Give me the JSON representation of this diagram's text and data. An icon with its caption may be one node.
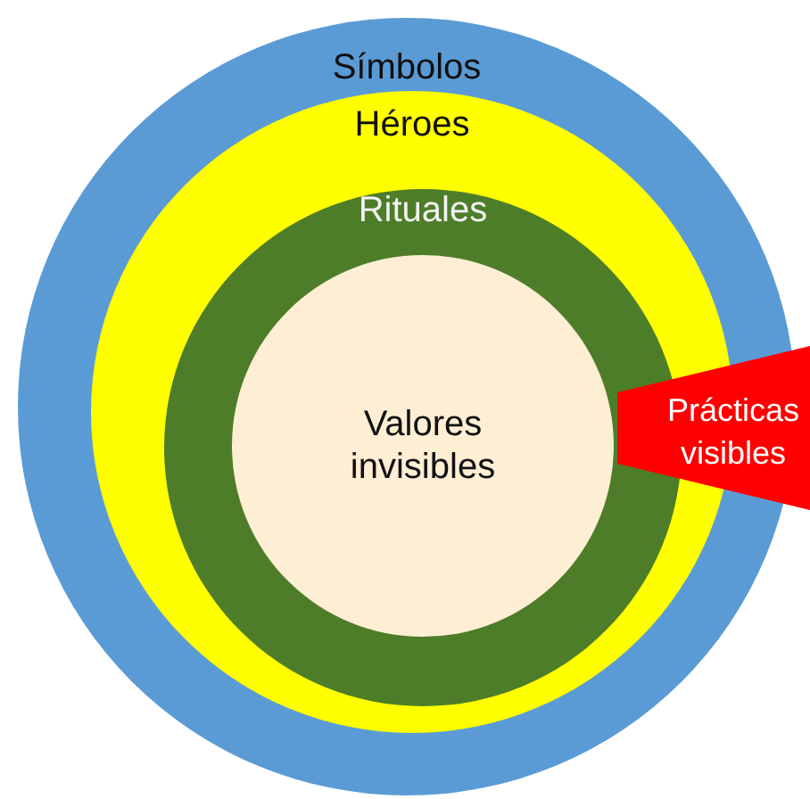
{
  "diagram": {
    "nodes": [
      {
        "text": [
          "Símbolos"
        ]
      },
      {
        "text": [
          "Héroes"
        ],
        "in": 0
      },
      {
        "text": [
          "Rituales"
        ],
        "in": 1
      },
      {
        "text": [
          "Valores invisibles"
        ],
        "in": 2
      },
      {
        "text": [
          "Prácticas visibles"
        ]
      }
    ],
    "edges": []
  }
}
